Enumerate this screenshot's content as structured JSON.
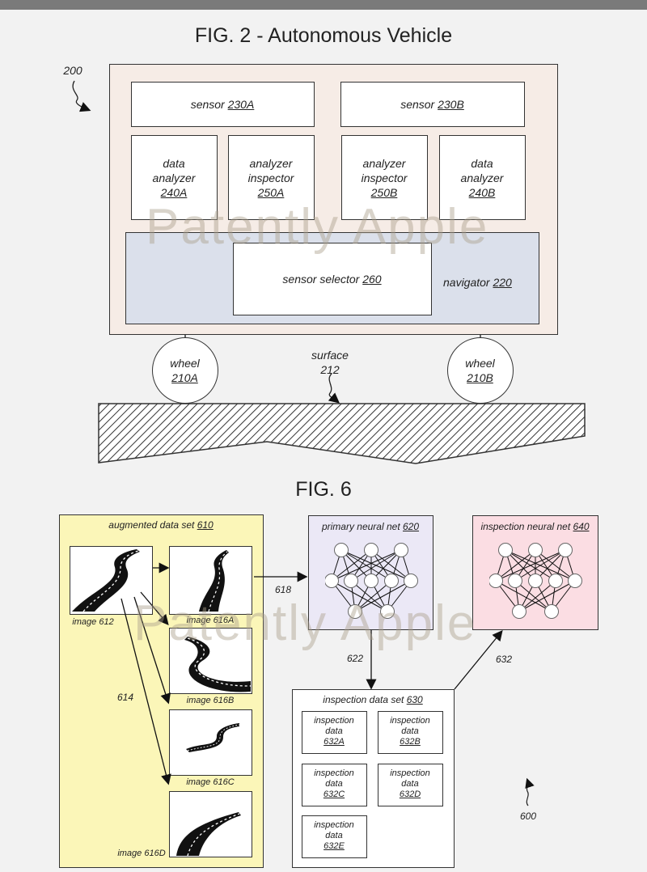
{
  "fig2": {
    "title": "FIG. 2 - Autonomous Vehicle",
    "ref": "200",
    "sensorA": {
      "text": "sensor ",
      "id": "230A"
    },
    "sensorB": {
      "text": "sensor ",
      "id": "230B"
    },
    "dataAnalyzerA": {
      "l1": "data",
      "l2": "analyzer",
      "id": "240A"
    },
    "inspectorA": {
      "l1": "analyzer",
      "l2": "inspector",
      "id": "250A"
    },
    "inspectorB": {
      "l1": "analyzer",
      "l2": "inspector",
      "id": "250B"
    },
    "dataAnalyzerB": {
      "l1": "data",
      "l2": "analyzer",
      "id": "240B"
    },
    "selector": {
      "text": "sensor selector ",
      "id": "260"
    },
    "navigator": {
      "text": "navigator ",
      "id": "220"
    },
    "wheelA": {
      "l1": "wheel",
      "id": "210A"
    },
    "wheelB": {
      "l1": "wheel",
      "id": "210B"
    },
    "surface": {
      "l1": "surface",
      "l2": "212"
    }
  },
  "fig6": {
    "title": "FIG. 6",
    "ref": "600",
    "augmented": {
      "text": "augmented data set ",
      "id": "610"
    },
    "image612": "image 612",
    "image616A": "image 616A",
    "image616B": "image 616B",
    "image616C": "image 616C",
    "image616D": "image 616D",
    "arrow614": "614",
    "arrow618": "618",
    "arrow622": "622",
    "arrow632": "632",
    "primary": {
      "text": "primary neural net ",
      "id": "620"
    },
    "inspectionNet": {
      "text": "inspection neural net ",
      "id": "640"
    },
    "inspectionSet": {
      "text": "inspection data set ",
      "id": "630"
    },
    "inspData": [
      {
        "l1": "inspection",
        "l2": "data",
        "id": "632A"
      },
      {
        "l1": "inspection",
        "l2": "data",
        "id": "632B"
      },
      {
        "l1": "inspection",
        "l2": "data",
        "id": "632C"
      },
      {
        "l1": "inspection",
        "l2": "data",
        "id": "632D"
      },
      {
        "l1": "inspection",
        "l2": "data",
        "id": "632E"
      }
    ]
  },
  "watermark": "Patently Apple",
  "colors": {
    "vehicle_bg": "#f6ece6",
    "navigator_bg": "#dbe0eb",
    "augmented_bg": "#fbf6b8",
    "primary_bg": "#ebe8f6",
    "inspection_bg": "#fbdde3"
  }
}
